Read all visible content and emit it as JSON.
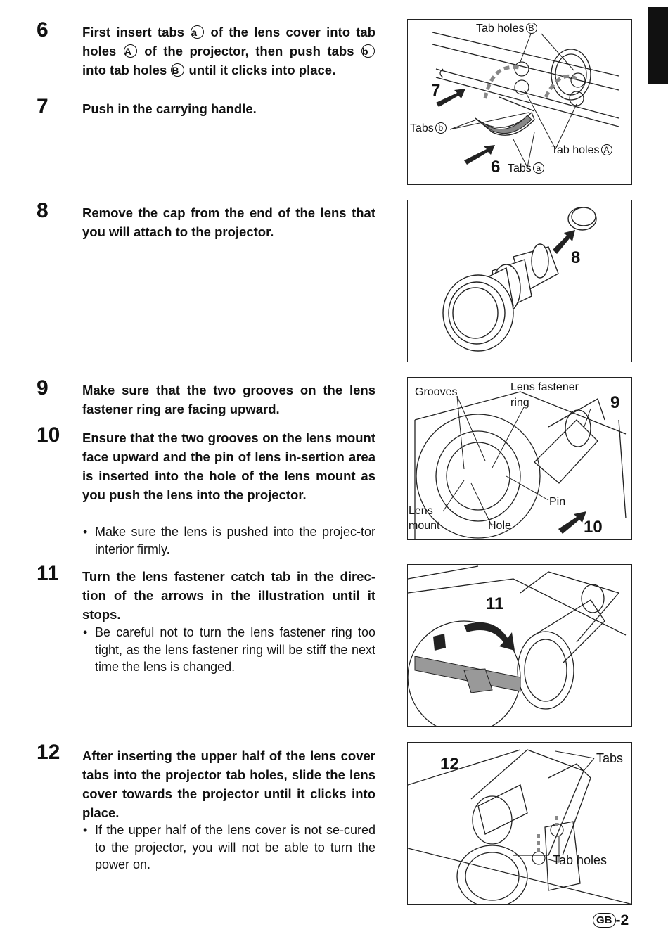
{
  "letters": {
    "a": "a",
    "A": "A",
    "b": "b",
    "B": "B"
  },
  "steps": {
    "s6": {
      "num": "6",
      "t1": "First insert tabs",
      "t2": "of the lens cover into tab holes",
      "t3": "of the projector, then push tabs",
      "t4": "into tab holes",
      "t5": "until it clicks into place."
    },
    "s7": {
      "num": "7",
      "text": "Push in the carrying handle."
    },
    "s8": {
      "num": "8",
      "text": "Remove the cap from the end of the lens that you will attach to the projector."
    },
    "s9": {
      "num": "9",
      "text": "Make sure that the two grooves on the lens fastener ring are facing upward."
    },
    "s10": {
      "num": "10",
      "text": "Ensure that the two grooves on the lens mount face upward and the pin of lens in-sertion area is inserted into the hole of the lens mount as you push the lens into the projector.",
      "note": "Make sure the lens is pushed into the projec-tor interior firmly."
    },
    "s11": {
      "num": "11",
      "text": "Turn the lens fastener catch tab in the direc-tion of the arrows in the illustration until it stops.",
      "note": "Be careful not to turn the lens fastener ring too tight, as the lens fastener ring will be stiff the next time the lens is changed."
    },
    "s12": {
      "num": "12",
      "text": "After inserting the upper half of the lens cover tabs into the projector tab holes, slide the lens cover towards the projector until it clicks into place.",
      "note": "If the upper half of the lens cover is not se-cured to the projector, you will not be able to turn the power on."
    }
  },
  "bullet": "•",
  "figures": {
    "fig1": {
      "tab_holes_top": "Tab holes",
      "tab_holes_top_letter": "B",
      "tabs_left": "Tabs",
      "tabs_left_letter": "b",
      "tab_holes_right": "Tab holes",
      "tab_holes_right_letter": "A",
      "tabs_bottom": "Tabs",
      "tabs_bottom_letter": "a",
      "num7": "7",
      "num6": "6"
    },
    "fig2": {
      "num8": "8"
    },
    "fig3": {
      "grooves": "Grooves",
      "lens_fastener": "Lens fastener",
      "ring": "ring",
      "num9": "9",
      "lens": "Lens",
      "mount": "mount",
      "hole": "Hole",
      "pin": "Pin",
      "num10": "10"
    },
    "fig4": {
      "num11": "11"
    },
    "fig5": {
      "num12": "12",
      "tabs": "Tabs",
      "tab_holes": "Tab holes"
    }
  },
  "footer": {
    "region": "GB",
    "page": "-2"
  }
}
